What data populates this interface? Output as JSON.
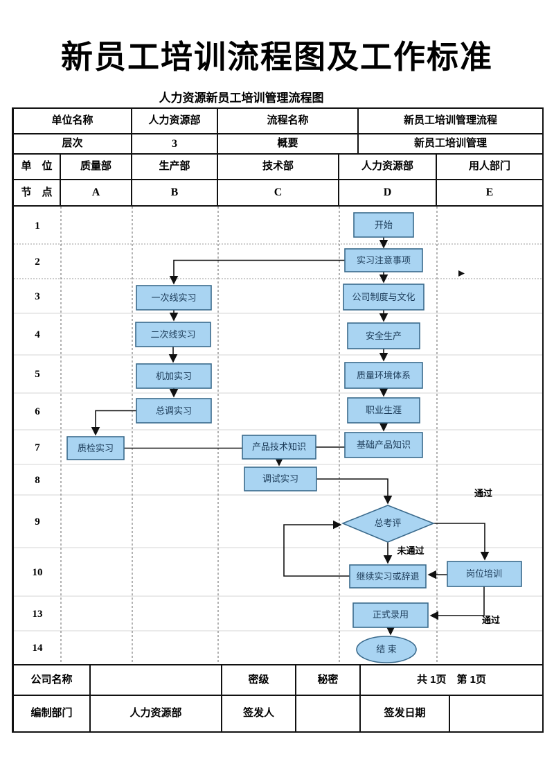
{
  "title": "新员工培训流程图及工作标准",
  "subtitle": "人力资源新员工培训管理流程图",
  "header": {
    "row1": {
      "c1": "单位名称",
      "c2": "人力资源部",
      "c3": "流程名称",
      "c4": "新员工培训管理流程"
    },
    "row2": {
      "c1": "层次",
      "c2": "3",
      "c3": "概要",
      "c4": "新员工培训管理"
    },
    "row3": {
      "c1": "单　位",
      "c2": "质量部",
      "c3": "生产部",
      "c4": "技术部",
      "c5": "人力资源部",
      "c6": "用人部门"
    },
    "row4": {
      "c1": "节　点",
      "c2": "A",
      "c3": "B",
      "c4": "C",
      "c5": "D",
      "c6": "E"
    }
  },
  "flowchart": {
    "row_numbers": [
      "1",
      "2",
      "3",
      "4",
      "5",
      "6",
      "7",
      "8",
      "9",
      "10",
      "13",
      "14"
    ],
    "nodes": {
      "start": "开始",
      "practice_notes": "实习注意事项",
      "company_culture": "公司制度与文化",
      "safety_production": "安全生产",
      "quality_system": "质量环境体系",
      "career": "职业生涯",
      "basic_product_knowledge": "基础产品知识",
      "first_line_practice": "一次线实习",
      "second_line_practice": "二次线实习",
      "machining_practice": "机加实习",
      "assembly_practice": "总调实习",
      "qc_practice": "质检实习",
      "product_tech_knowledge": "产品技术知识",
      "debug_practice": "调试实习",
      "final_evaluation": "总考评",
      "continue_or_dismiss": "继续实习或辞退",
      "post_training": "岗位培训",
      "formal_employment": "正式录用",
      "end": "结 束"
    },
    "edge_labels": {
      "pass_top": "通过",
      "fail": "未通过",
      "pass_bottom": "通过"
    }
  },
  "footer": {
    "row1": {
      "c1": "公司名称",
      "c2": "",
      "c3": "密级",
      "c4": "秘密",
      "c5": "共 1页　第 1页"
    },
    "row2": {
      "c1": "编制部门",
      "c2": "人力资源部",
      "c3": "签发人",
      "c4": "",
      "c5": "签发日期",
      "c6": ""
    }
  },
  "colors": {
    "node_fill": "#A9D4F2",
    "node_border": "#3A6A8C",
    "node_text": "#1B3A57",
    "grid_line": "#666666",
    "row_line": "#D5D5D5"
  }
}
